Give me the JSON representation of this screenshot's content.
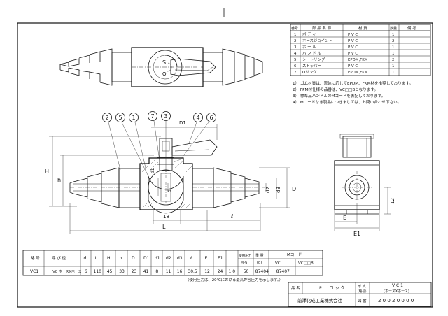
{
  "parts_table": {
    "headers": [
      "番号",
      "部 品 名 称",
      "材 質",
      "数量",
      "備 考"
    ],
    "rows": [
      [
        "1",
        "ボ デ ィ",
        "P V C",
        "1",
        ""
      ],
      [
        "2",
        "ホースジョイント",
        "P V C",
        "2",
        ""
      ],
      [
        "3",
        "ボ ー ル",
        "P V C",
        "1",
        ""
      ],
      [
        "4",
        "ハ ン ド ル",
        "P V C",
        "1",
        ""
      ],
      [
        "5",
        "シートリング",
        "EPDM,FKM",
        "2",
        ""
      ],
      [
        "6",
        "ストッパー",
        "P V C",
        "1",
        ""
      ],
      [
        "7",
        "Oリング",
        "EPDM,FKM",
        "1",
        ""
      ]
    ]
  },
  "notes": [
    "1） ゴム材質は、流体に応じてEPDM、FKM材を推奨しております。",
    "2） FPM材仕様の品番は、VC□□Bとなります。",
    "3） 標準品ハンドルのMコードを表記しております。",
    "4） Mコードなき製品につきましては、お問い合わせ下さい。"
  ],
  "callouts": [
    "2",
    "5",
    "1",
    "7",
    "3",
    "4",
    "6"
  ],
  "dims": {
    "D1": "D1",
    "H": "H",
    "h": "h",
    "d1": "d1",
    "d": "d",
    "d2": "d2",
    "d3": "d3",
    "D": "D",
    "l8": "18",
    "l": "ℓ",
    "L": "L",
    "E": "E",
    "E1": "E1",
    "n12": "12"
  },
  "spec_table": {
    "headers": [
      "略 号",
      "呼 び 径",
      "d",
      "L",
      "H",
      "h",
      "D",
      "D1",
      "d1",
      "d2",
      "d3",
      "ℓ",
      "E",
      "E1",
      "使用圧力",
      "重 量",
      "Mコード"
    ],
    "units": [
      "MPa",
      "(g)"
    ],
    "mcode_sub": [
      "VC",
      "VC□□B"
    ],
    "row": [
      "VC1",
      "VC ホースXホース",
      "6",
      "110",
      "45",
      "33",
      "23",
      "41",
      "8",
      "11",
      "16",
      "30.5",
      "12",
      "24",
      "1.0",
      "50",
      "87404",
      "87407"
    ],
    "footnote": "（使用圧力は、20℃における最高許容圧力を示します。）"
  },
  "title_block": {
    "name_label": "品 名",
    "name_value": "ミ ニ コ ッ ク",
    "type_label": "形 式",
    "type_label_sub": "(略号)",
    "type_value": "V C 1",
    "type_value_sub": "(ホースXホース)",
    "company": "前澤化成工業株式会社",
    "doc_label": "図 番",
    "doc_value": "2 0 0 2 0 0 0 0"
  }
}
